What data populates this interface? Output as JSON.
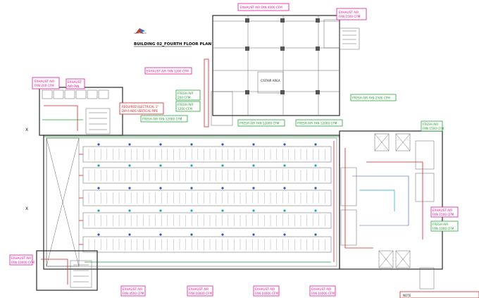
{
  "drawing": {
    "title": "BUILDING 02_FOURTH FLOOR PLAN",
    "core_label": "C/STAIR AREA",
    "grid_mark": "X",
    "colors": {
      "exhaust": "#e8129a",
      "fresh": "#21a236",
      "red": "#e0202a",
      "blue": "#2d57c8",
      "cyan": "#18a7c4"
    }
  },
  "labels": {
    "exhaust_top": "EXHAUST AIR FAN 4000 CFM",
    "exhaust_top_right_1": "EXHAUST AIR",
    "exhaust_top_right_2": "FAN 1500 CFM",
    "exhaust_mid": "EXHAUST AIR FAN 1200 CFM",
    "exhaust_left_1": "EXHAUST AIR",
    "exhaust_left_2": "FAN 200 CFM",
    "exhaust_left_upper_1": "EXHAUST",
    "exhaust_left_upper_2": "AIR FAN",
    "note_red_1": "REQUIRED ELECTRICAL 1\"",
    "note_red_2": "DIA 6 NOS VERTICAL PIPE",
    "fresh_small_1": "FRESH AIR",
    "fresh_small_2": "200 CFM",
    "fresh_small_3": "FRESH AIR",
    "fresh_small_4": "1200 CFM",
    "fresh_left": "FRESH AIR FAN 12000 CFM",
    "fresh_center": "FRESH AIR FAN 12000 CFM",
    "fresh_right_top": "FRESH AIR FAN 2500 CFM",
    "fresh_main": "FRESH AIR FAN 12000 CFM",
    "fresh_right_1": "FRESH AIR",
    "fresh_right_2": "FAN 1500 CFM",
    "exhaust_right_1": "EXHAUST AIR",
    "exhaust_right_2": "FAN 1500 CFM",
    "fresh_right_low_1": "FRESH AIR",
    "fresh_right_low_2": "FAN 1000 CFM",
    "exhaust_bot_left_1": "EXHAUST AIR",
    "exhaust_bot_left_2": "FAN 4500 CFM",
    "exhaust_bot_1a": "EXHAUST AIR",
    "exhaust_bot_1b": "FAN 10000 CFM",
    "exhaust_bot_2a": "EXHAUST AIR",
    "exhaust_bot_2b": "FAN 10000 CFM",
    "exhaust_bot_3a": "EXHAUST AIR",
    "exhaust_bot_3b": "FAN 10000 CFM",
    "exhaust_bot_4a": "EXHAUST AIR",
    "exhaust_bot_4b": "FAN 10000 CFM",
    "note_right_bottom": "NOTE"
  }
}
